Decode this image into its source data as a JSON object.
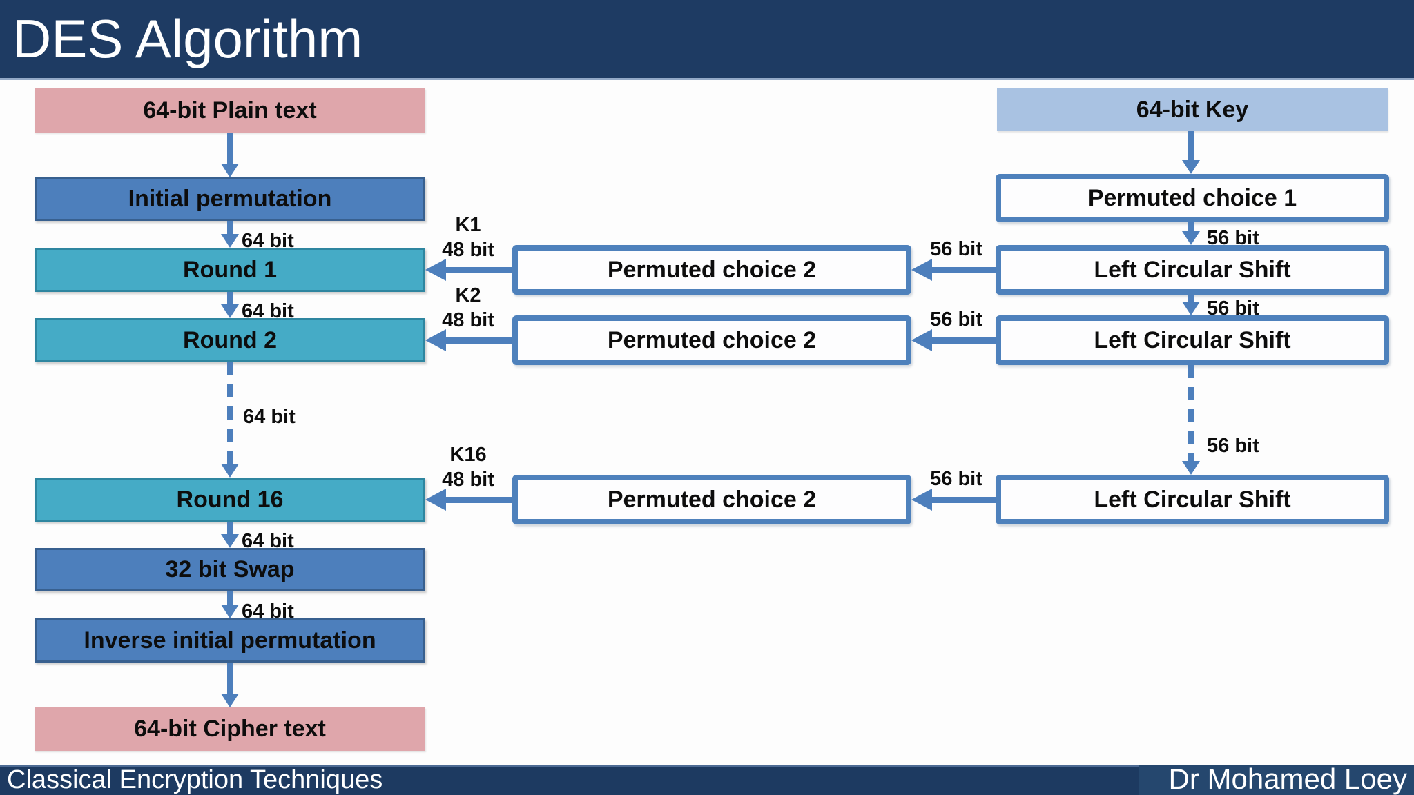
{
  "title_bar": {
    "title": "DES Algorithm"
  },
  "boxes": {
    "plain_text": "64-bit Plain text",
    "key": "64-bit Key",
    "initial_permutation": "Initial permutation",
    "permuted_choice_1": "Permuted choice 1",
    "round_1": "Round 1",
    "round_2": "Round 2",
    "round_16": "Round 16",
    "permuted_choice_2": "Permuted choice 2",
    "left_circular_shift": "Left Circular Shift",
    "swap_32": "32 bit Swap",
    "inverse_initial_permutation": "Inverse initial permutation",
    "cipher_text": "64-bit Cipher text"
  },
  "labels": {
    "bit_64": "64 bit",
    "bit_56": "56 bit",
    "bit_48": "48 bit",
    "k1": "K1",
    "k2": "K2",
    "k16": "K16"
  },
  "footer": {
    "left": "Classical Encryption Techniques",
    "right": "Dr Mohamed Loey"
  },
  "colors": {
    "title_bar_bg": "#1e3b63",
    "title_edge": "#93a9c7",
    "slide_bg": "#fdfdfd",
    "footer_bg": "#1d3a61",
    "footer_panel_bg": "#25476e",
    "footer_edge": "#4d6b94",
    "pink": "#dfa6ab",
    "light_blue": "#a9c2e2",
    "blue_fill": "#4d7fbc",
    "blue_border": "#38608f",
    "teal_fill": "#45abc6",
    "teal_border": "#2e86a0",
    "white_box_bg": "#fdfdfe",
    "white_box_border": "#4e81bc",
    "arrow": "#4d7fbc",
    "text_dark": "#0d0d0d",
    "text_light": "#ffffff"
  }
}
